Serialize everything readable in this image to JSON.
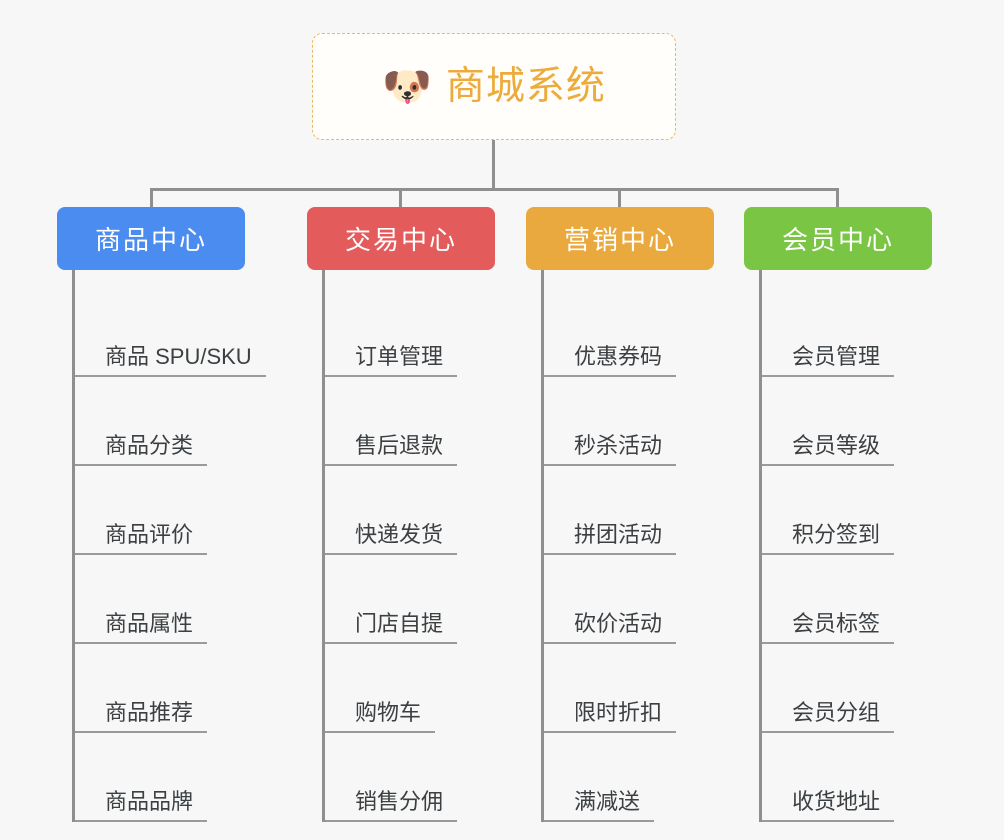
{
  "root": {
    "icon": "shiba-dog-face-emoji",
    "emoji": "🐶",
    "title": "商城系统",
    "border_color": "#e8b961",
    "text_color": "#edab3c"
  },
  "columns": [
    {
      "id": "product-center",
      "header": "商品中心",
      "color": "#4a8cf0",
      "items": [
        "商品 SPU/SKU",
        "商品分类",
        "商品评价",
        "商品属性",
        "商品推荐",
        "商品品牌"
      ]
    },
    {
      "id": "trade-center",
      "header": "交易中心",
      "color": "#e35b5b",
      "items": [
        "订单管理",
        "售后退款",
        "快递发货",
        "门店自提",
        "购物车",
        "销售分佣"
      ]
    },
    {
      "id": "marketing-center",
      "header": "营销中心",
      "color": "#eaa93e",
      "items": [
        "优惠券码",
        "秒杀活动",
        "拼团活动",
        "砍价活动",
        "限时折扣",
        "满减送"
      ]
    },
    {
      "id": "member-center",
      "header": "会员中心",
      "color": "#7bc545",
      "items": [
        "会员管理",
        "会员等级",
        "积分签到",
        "会员标签",
        "会员分组",
        "收货地址"
      ]
    }
  ],
  "canvas": {
    "background": "#f7f7f7",
    "connector_color": "#8f8f8f"
  }
}
